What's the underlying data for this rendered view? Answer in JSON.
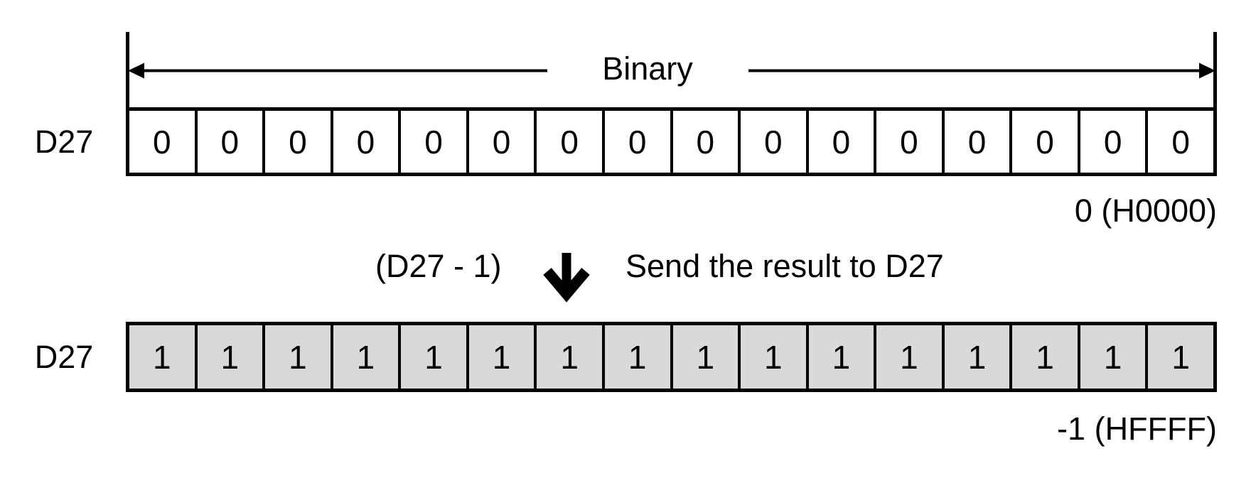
{
  "figure": {
    "range_label": "Binary",
    "operation": {
      "expression": "(D27 - 1)",
      "description": "Send the result to D27"
    },
    "registers": [
      {
        "name": "D27",
        "bits": [
          "0",
          "0",
          "0",
          "0",
          "0",
          "0",
          "0",
          "0",
          "0",
          "0",
          "0",
          "0",
          "0",
          "0",
          "0",
          "0"
        ],
        "value_label": "0 (H0000)"
      },
      {
        "name": "D27",
        "bits": [
          "1",
          "1",
          "1",
          "1",
          "1",
          "1",
          "1",
          "1",
          "1",
          "1",
          "1",
          "1",
          "1",
          "1",
          "1",
          "1"
        ],
        "value_label": "-1 (HFFFF)"
      }
    ],
    "colors": {
      "stroke": "#000000",
      "background": "#ffffff",
      "initial_cell_fill": "#ffffff",
      "result_cell_fill": "#d9d9d9"
    }
  }
}
